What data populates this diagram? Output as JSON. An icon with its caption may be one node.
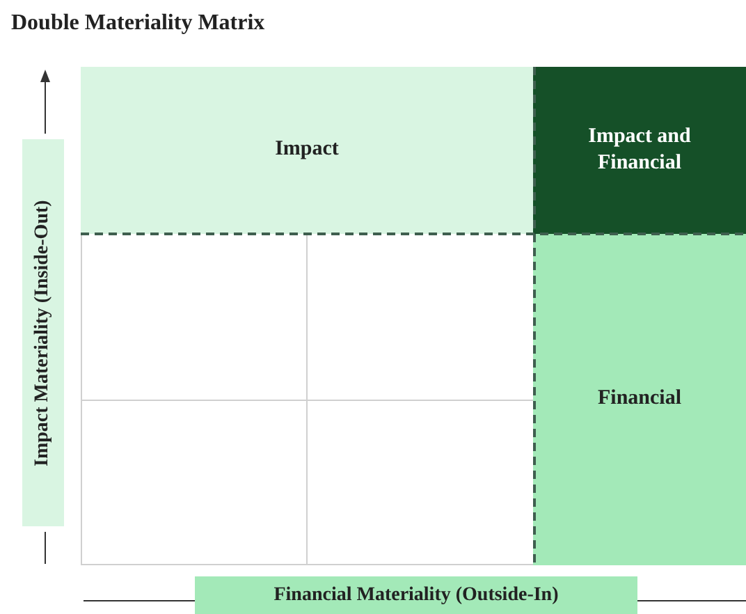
{
  "diagram": {
    "title": "Double Materiality Matrix",
    "nodes": [
      {
        "text": [
          "Impact"
        ]
      },
      {
        "text": [
          "Impact and Financial"
        ]
      },
      {
        "text": [
          "Financial"
        ]
      }
    ],
    "labels": [
      "Impact Materiality (Inside-Out)",
      "Financial Materiality (Outside-In)"
    ]
  }
}
